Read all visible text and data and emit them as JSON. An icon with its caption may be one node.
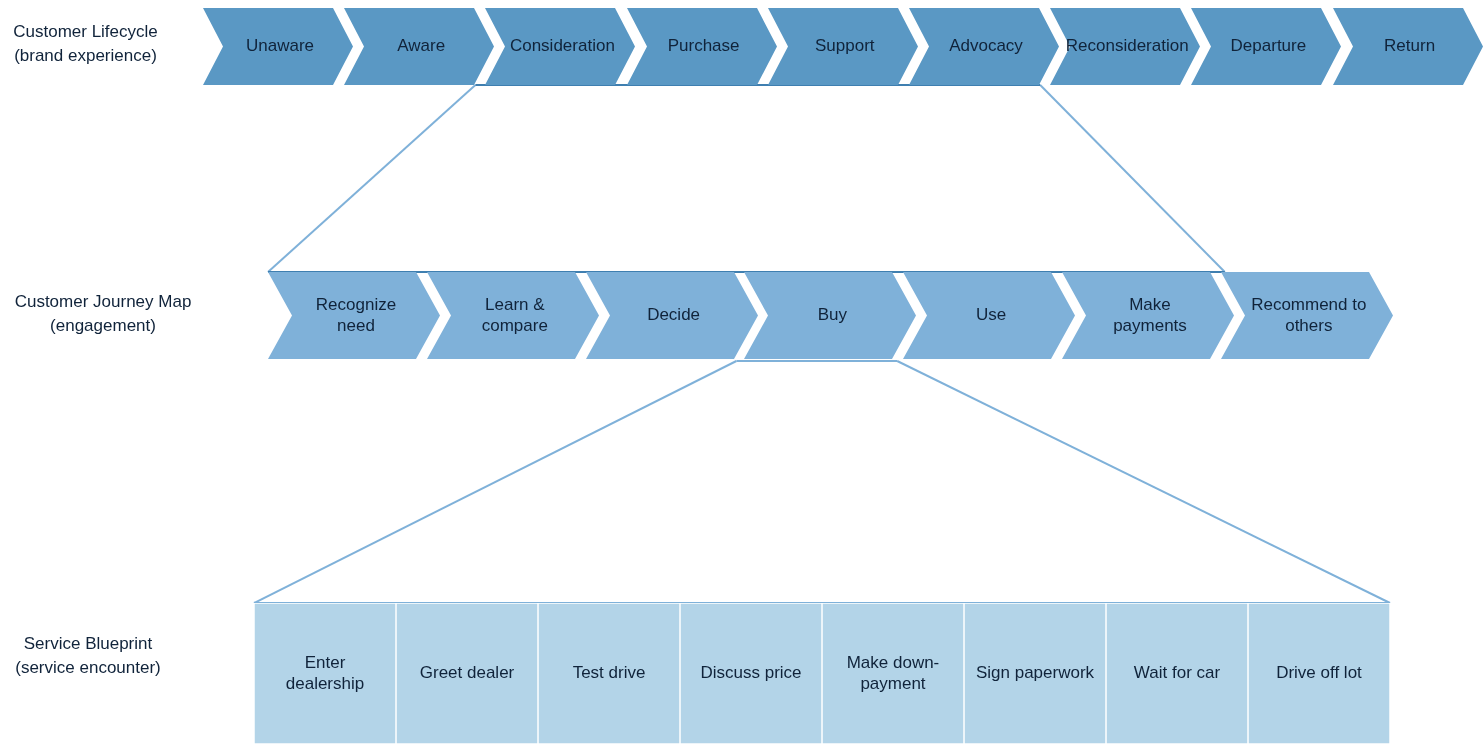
{
  "diagram": {
    "nodes": [
      {
        "text": [
          "Unaware"
        ]
      },
      {
        "text": [
          "Aware"
        ]
      },
      {
        "text": [
          "Consideration"
        ]
      },
      {
        "text": [
          "Purchase"
        ]
      },
      {
        "text": [
          "Support"
        ]
      },
      {
        "text": [
          "Advocacy"
        ]
      },
      {
        "text": [
          "Reconsideration"
        ]
      },
      {
        "text": [
          "Departure"
        ]
      },
      {
        "text": [
          "Return"
        ]
      },
      {
        "text": [
          "Recognize need"
        ]
      },
      {
        "text": [
          "Learn & compare"
        ]
      },
      {
        "text": [
          "Decide"
        ]
      },
      {
        "text": [
          "Buy"
        ]
      },
      {
        "text": [
          "Use"
        ]
      },
      {
        "text": [
          "Make payments"
        ]
      },
      {
        "text": [
          "Recommend to others"
        ]
      },
      {
        "text": [
          "Enter dealership"
        ]
      },
      {
        "text": [
          "Greet dealer"
        ]
      },
      {
        "text": [
          "Test drive"
        ]
      },
      {
        "text": [
          "Discuss price"
        ]
      },
      {
        "text": [
          "Make down-payment"
        ]
      },
      {
        "text": [
          "Sign paperwork"
        ]
      },
      {
        "text": [
          "Wait for car"
        ]
      },
      {
        "text": [
          "Drive off lot"
        ]
      }
    ],
    "labels": [
      "Customer Lifecycle (brand experience)",
      "Customer Journey Map (engagement)",
      "Service Blueprint (service encounter)"
    ]
  }
}
